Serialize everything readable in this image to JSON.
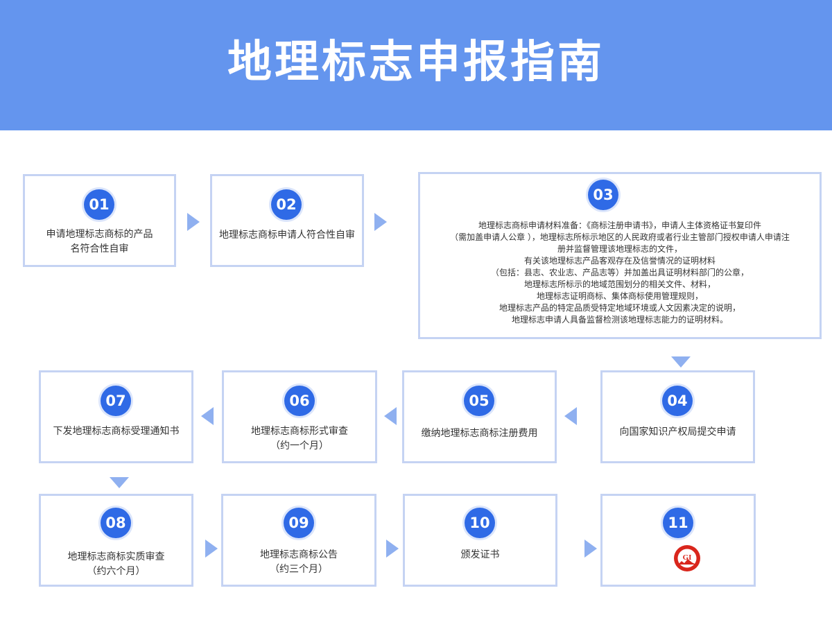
{
  "header": {
    "title": "地理标志申报指南"
  },
  "steps": {
    "s01": {
      "num": "01",
      "lines": [
        "申请地理标志商标的产品",
        "名符合性自审"
      ]
    },
    "s02": {
      "num": "02",
      "lines": [
        "地理标志商标申请人符合性自审"
      ]
    },
    "s03": {
      "num": "03",
      "lines": [
        "地理标志商标申请材料准备：《商标注册申请书》，申请人主体资格证书复印件",
        "（需加盖申请人公章 ），地理标志所标示地区的人民政府或者行业主管部门授权申请人申请注",
        "册并监督管理该地理标志的文件，",
        "有关该地理标志产品客观存在及信誉情况的证明材料",
        "（包括：县志、农业志、产品志等）并加盖出具证明材料部门的公章，",
        "地理标志所标示的地域范围划分的相关文件、材料，",
        "地理标志证明商标、集体商标使用管理规则，",
        "地理标志产品的特定品质受特定地域环境或人文因素决定的说明，",
        "地理标志申请人具备监督检测该地理标志能力的证明材料。"
      ]
    },
    "s04": {
      "num": "04",
      "lines": [
        "向国家知识产权局提交申请"
      ]
    },
    "s05": {
      "num": "05",
      "lines": [
        "缴纳地理标志商标注册费用"
      ]
    },
    "s06": {
      "num": "06",
      "lines": [
        "地理标志商标形式审查",
        "（约一个月）"
      ]
    },
    "s07": {
      "num": "07",
      "lines": [
        "下发地理标志商标受理通知书"
      ]
    },
    "s08": {
      "num": "08",
      "lines": [
        "地理标志商标实质审查",
        "（约六个月）"
      ]
    },
    "s09": {
      "num": "09",
      "lines": [
        "地理标志商标公告",
        "（约三个月）"
      ]
    },
    "s10": {
      "num": "10",
      "lines": [
        "颁发证书"
      ]
    },
    "s11": {
      "num": "11",
      "logo_text": "GI",
      "logo_icon": "geographical-indication-seal-icon"
    }
  },
  "colors": {
    "header": "#6495ee",
    "circle": "#2f6ae6",
    "border": "#c5d3f3",
    "arrow": "#8fb0f0",
    "seal": "#d9261c"
  }
}
